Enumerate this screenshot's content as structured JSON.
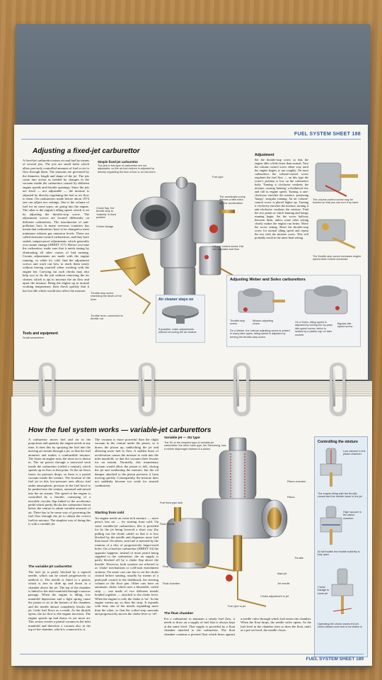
{
  "top_page": {
    "header": "FUEL SYSTEM   SHEET 188",
    "title": "Adjusting a fixed-jet carburettor",
    "body_col1": "A fixed-jet carburettor mixes air and fuel by means of several jets. The jets are small holes which allow precisely controlled amounts of fuel or air to flow through them. The amounts are governed by the diameter, length and shape of the jet. The jets come into action as needed by changes in the vacuum inside the carburettor caused by different engine speeds and throttle openings. Since the jets are fixed — not adjustable — the mixture is adjusted by directly regulating the fuel or air flow to them. On carburettors made before about 1974 one can adjust two settings. One is the volume of fuel for on some types, air going into the engine. The other is the engine's idling speed, which is set by adjusting the throttle-stop screw. The adjustment screws are located differently on different carburettors. The introduction of anti-pollution laws in many overseas countries has meant that carburettors have to be changed to meet minimum exhaust gas emission levels. These are called emission-control carburettors, and they have sealed, tamper-proof adjustments which generally you cannot change (SHEET 117). Before you tune the carburettor, make sure that it needs tuning by eliminating all other causes of bad running. Certain adjustments are made with the engine running, so while it's cold, find the adjustment screws and work out how to reach them easily without freeing yourself when working with the engine hot. Carrying out such checks may also help you to do the job without removing the air cleaner, which is apt to increase the air flow and upset the mixture. Bring the engine up to normal working temperature, then check quickly that it has hot idle which would also affect the mixture.",
    "tools_heading": "Tools and equipment",
    "tools_text": "Small screwdriver",
    "simple_box_title": "Simple fixed-jet carburettor",
    "simple_box_text": "The jets in this type of carburettor are not adjustable, so the air-fuel mixture is adjusted by directly regulating the flow of fuel or air into them.",
    "labels_main": [
      "Fuel pipe",
      "Choke flap, the throttle stop to 'butterfly' is fixed position",
      "Choke linkage",
      "The accelerator pump delivers a little extra fuel for acceleration",
      "Volume-control screw: this one regulates fuel flow",
      "Throttle-stop screw restricting the travel of the lever",
      "Throttle lever, connected to throttle rod"
    ],
    "air_cleaner_title": "Air cleaner stays on",
    "air_cleaner_text": "If possible, make adjustments without removing the air cleaner",
    "adjustment_heading": "Adjustment",
    "adjustment_text": "Set the throttle-stop screw so that the engine idles a little faster than normal. Turn the volume control screw either way, until the engine begins to run roughly. On most carburettors the volume-control screw regulates the fuel flow — on this type the screw's position is low on the carburettor body. Turning it clockwise weakens the mixture, causing 'hunting', a rhythmical rise and fall in engine speed. Turning it anti-clockwise enriches the mixture, producing 'lumpy', irregular running. An air volume-control screw is placed higher up. Turning it clockwise enriches the mixture; turning it anti-clockwise weakens the mixture. Find the two points at which hunting and lumpy running begin. Set the screw halfway between them, unless some other setting clearly makes the engine run better. Move the screw setting. Reset the throttle-stop screw for normal idling speed and repeat the test with the mixture screw. This will probably result in the same final setting.",
    "right_labels": [
      "The volume-control screw may be knurled so that you can turn it by hand",
      "The throttle-stop screw increases engine speed when turned clockwise"
    ],
    "weber_title": "Adjusting Weber and Solex carburettors",
    "weber_labels": [
      "Throttle-stop screw",
      "Mixture-adjusting screw",
      "On a Weber, the mixture-adjusting screw is sealed in many later types; idling speed is adjusted by turning the throttle-stop screw",
      "On a Solex, idling speed is adjusted by turning the by-pass idle-speed screw, which is sealed by a plastic cap on later models",
      "Bypass idle-speed screw"
    ]
  },
  "bottom_page": {
    "title": "How the fuel system works — variable-jet carburettors",
    "col1": "A carburettor mixes fuel and air in the proportion and quantity the engine needs at any time. It does this by spraying the fuel into the moving air stream through a jet, so that the fuel atomises and makes a combustible mixture. The faster an engine runs, the more air is drawn in. The air passes through a narrowed neck inside the carburettor (called a venturi), which speeds up its flow at that point. As the air flows faster, its pressure drops, so there is a partial vacuum inside the venturi. The location of the fuel jet in this low-pressure area allows fuel under atmospheric pressure in the fuel bowl to be pushed into the venturi, atomised and mixed into the air stream. The speed of the engine is controlled by a throttle, consisting of a movable circular flap linked to the accelerator pedal which partly blocks the carburettor throat below the venturi to admit variable amounts of air. There has to be some way of governing the fuel flow through the jet to obtain the correct fuel/air mixture. The simplest way of doing this is with a variable jet.",
    "variable_jet_heading": "The variable-jet carburettor",
    "col1b": "The fuel jet is partly blocked by a tapered needle, which can be raised progressively to unblock it. The needle is fitted to a piston, which is free to slide up and down in a chamber above the jet. The top of the chamber is linked to the inlet manifold through a narrow passage. When the engine is idling, low manifold depression and a light spring cause the piston to sit at the bottom of the chamber, and the needle almost completely blocks the jet. Little fuel flows as a result. As the throttle opens, the air flow to the engine increases. The engine speeds up and draws in yet more air. This action creates a partial vacuum in the inlet manifold and therefore a vacuum also in the top of the chamber, which is connected to it.",
    "col2": "The vacuum is more powerful than the slight vacuum in the venturi under the piston, so it draws the piston up, unblocking the jet and allowing more fuel to flow. A sudden burst of acceleration causes the mixture to rush into the inlet manifold, so that the vacuum there lessens for an instant. Normally, this momentary vacuum would allow the piston to fall, closing the jet and weakening the mixture; but the oil damper attached to the piston prevents it from moving quickly. Consequently, the mixture does not suddenly become too weak for smooth combustion.",
    "starting_heading": "Starting from cold",
    "col2b": "An engine needs an extra-rich mixture — more petrol, less air — for starting from cold. On some variable-jet carburettors, this is provided for by the jet being lowered a short way (by pulling out the choke cable) so that it is less blocked by the needle and dispenses more fuel than usual. On others, neat fuel is metered by the rotation of a disc of progressively larger-sized holes. On a fixed-jet carburettor (SHEET 33) the opposite happens: instead of more petrol being supplied to the carburettor, the air supply is partly blocked off by a choke flap above the throttle. However, both systems are referred to as 'choke' mechanisms or cold-start enrichment systems. On some cars one has to set the choke control before starting, usually by means of a push-pull control in the dashboard, the steering column or the floor pan. Other cars have an automatic choke which uses a bimetallic coiled strip — one made of two different metals bonded together — attached to the choke lever. When the engine is cold, the choke is 'on'. As the engine warms up, so does the strip. It expands with heat, one of the metals expanding more than the other, so that the coiled strip unwinds and progressively moves the choke lever to 'off'.",
    "su_box_title": "Variable jet — SU type",
    "su_box_text": "The SU is the simplest type of variable-jet carburettor; the other main type, the Stromberg, has a rubber diaphragm instead of a piston.",
    "su_labels": [
      "Piston chamber",
      "Piston",
      "Fuel feed pipe stub",
      "Float needle",
      "Throttle",
      "Float",
      "Float chamber",
      "Main jet",
      "Jet needle",
      "Choke adjustment to jet",
      "Fuel pipe to jet"
    ],
    "float_heading": "The float chamber",
    "float_text": "For a carburettor to maintain a steady fuel flow, it needs to draw on a supply of fuel that is always kept at the same level. That supply is provided by a float chamber attached to the carburettor. The float chamber contains a pivoted float which bears against a needle valve through which fuel enters the chamber. When the float drops, the needle valve opens. As the fuel level in the chamber rises so does the float, until, at a pre-set level, the needle closes.",
    "mix_title": "Controlling the mixture",
    "mix_labels": [
      "Low vacuum in the piston chamber",
      "The engine idling with the throttle closed and the needle down in the jet",
      "High vacuum in the piston chamber",
      "At full throttle the throttle butterfly is fully open",
      "Choke linkage to lower jet",
      "Operating the choke lowers the jet, which allows more fuel to be drawn in"
    ],
    "footer": "FUEL SYSTEM   SHEET 189"
  }
}
